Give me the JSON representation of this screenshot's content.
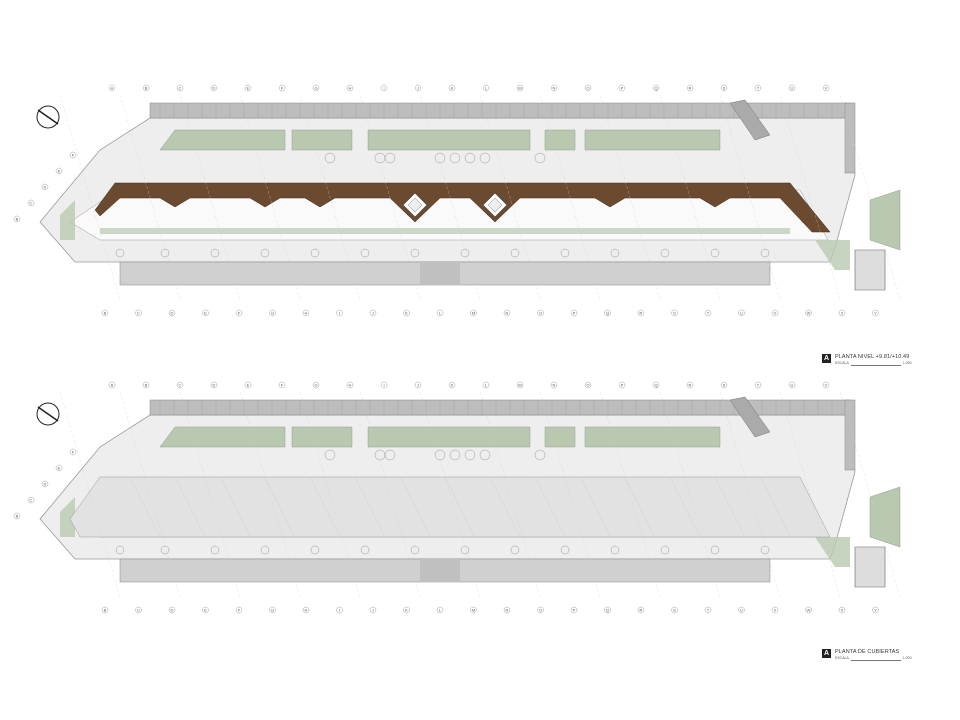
{
  "plans": [
    {
      "id": "upper",
      "title": "PLANTA NIVEL +9.81/+10.49",
      "badge": "A",
      "scale_label": "ESCALA",
      "scale_value": "1:200",
      "roof_variant": "structure"
    },
    {
      "id": "lower",
      "title": "PLANTA DE CUBIERTAS",
      "badge": "A",
      "scale_label": "ESCALA",
      "scale_value": "1:200",
      "roof_variant": "cover"
    }
  ],
  "grid_labels_top": [
    "A",
    "B",
    "C",
    "D",
    "E",
    "F",
    "G",
    "H",
    "I",
    "J",
    "K",
    "L",
    "M",
    "N",
    "O",
    "P",
    "Q",
    "R",
    "S",
    "T",
    "U",
    "V"
  ],
  "grid_labels_bottom": [
    "B",
    "C",
    "D",
    "E",
    "F",
    "G",
    "H",
    "I",
    "J",
    "K",
    "L",
    "M",
    "N",
    "O",
    "P",
    "Q",
    "R",
    "S",
    "T",
    "U",
    "V",
    "W",
    "X",
    "Y"
  ],
  "grid_labels_left": [
    "F",
    "E",
    "D",
    "C",
    "B"
  ],
  "colors": {
    "roof_strip": "#bdbdbd",
    "floor": "#eeeeee",
    "planter": "#b8c9b0",
    "timber": "#6b4a30",
    "cover": "#e2e2e2",
    "line": "#9a9a9a"
  }
}
